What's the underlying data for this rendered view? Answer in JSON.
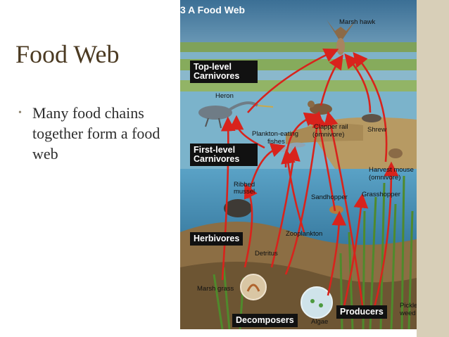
{
  "slide": {
    "title": "Food Web",
    "bullets": [
      "Many food chains together form a food web"
    ]
  },
  "figure": {
    "heading": "3 A Food Web",
    "levels": [
      {
        "key": "top",
        "label": "Top-level Carnivores"
      },
      {
        "key": "first",
        "label": "First-level Carnivores"
      },
      {
        "key": "herb",
        "label": "Herbivores"
      },
      {
        "key": "decomp",
        "label": "Decomposers"
      },
      {
        "key": "prod",
        "label": "Producers"
      }
    ],
    "organisms": {
      "marsh_hawk": "Marsh hawk",
      "heron": "Heron",
      "plankton_fish_1": "Plankton-eating",
      "plankton_fish_2": "fishes",
      "clapper_rail_1": "Clapper rail",
      "clapper_rail_2": "(omnivore)",
      "shrew": "Shrew",
      "harvest_mouse_1": "Harvest mouse",
      "harvest_mouse_2": "(omnivore)",
      "ribbed_mussel_1": "Ribbed",
      "ribbed_mussel_2": "mussel",
      "sandhopper": "Sandhopper",
      "grasshopper": "Grasshopper",
      "zooplankton": "Zooplankton",
      "detritus": "Detritus",
      "marsh_grass": "Marsh grass",
      "algae": "Algae",
      "pickleweed_1": "Pickle",
      "pickleweed_2": "weed"
    },
    "colors": {
      "arrow": "#d8231c",
      "sky": "#6aa7c9",
      "water": "#3f8fb8",
      "marsh": "#8fb35a",
      "mud": "#9b7a4a"
    }
  }
}
